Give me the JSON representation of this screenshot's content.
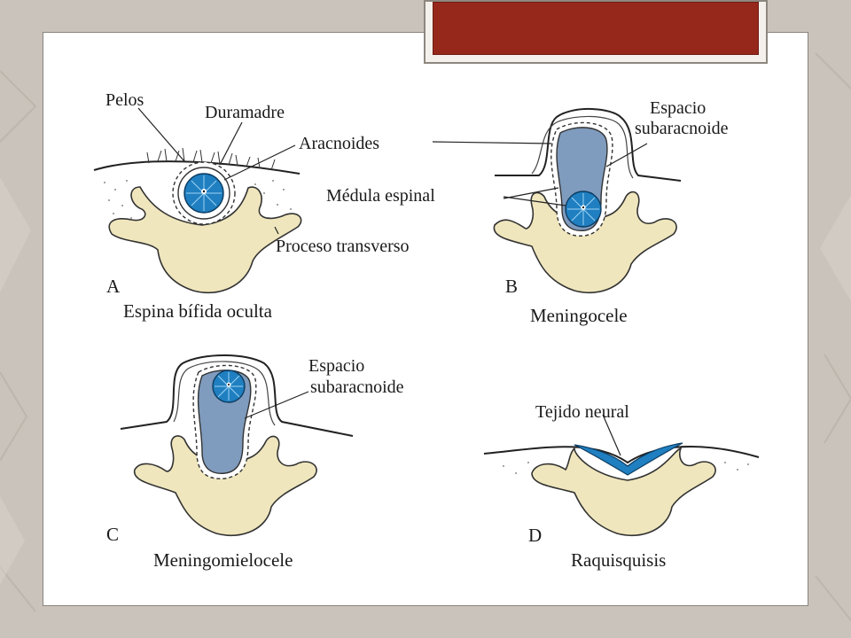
{
  "colors": {
    "background": "#c9c3bb",
    "title_bar": "#96281b",
    "bone": "#efe6bd",
    "csf": "#7f9bbd",
    "cord": "#1f7fc0"
  },
  "panels": {
    "a": {
      "letter": "A",
      "caption": "Espina bífida oculta",
      "labels": {
        "pelos": "Pelos",
        "duramadre": "Duramadre",
        "aracnoides": "Aracnoides",
        "medula": "Médula espinal",
        "proceso": "Proceso transverso"
      }
    },
    "b": {
      "letter": "B",
      "caption": "Meningocele",
      "labels": {
        "espacio_1": "Espacio",
        "espacio_2": "subaracnoide"
      }
    },
    "c": {
      "letter": "C",
      "caption": "Meningomielocele",
      "labels": {
        "espacio_1": "Espacio",
        "espacio_2": "subaracnoide"
      }
    },
    "d": {
      "letter": "D",
      "caption": "Raquisquisis",
      "labels": {
        "tejido": "Tejido neural"
      }
    }
  }
}
